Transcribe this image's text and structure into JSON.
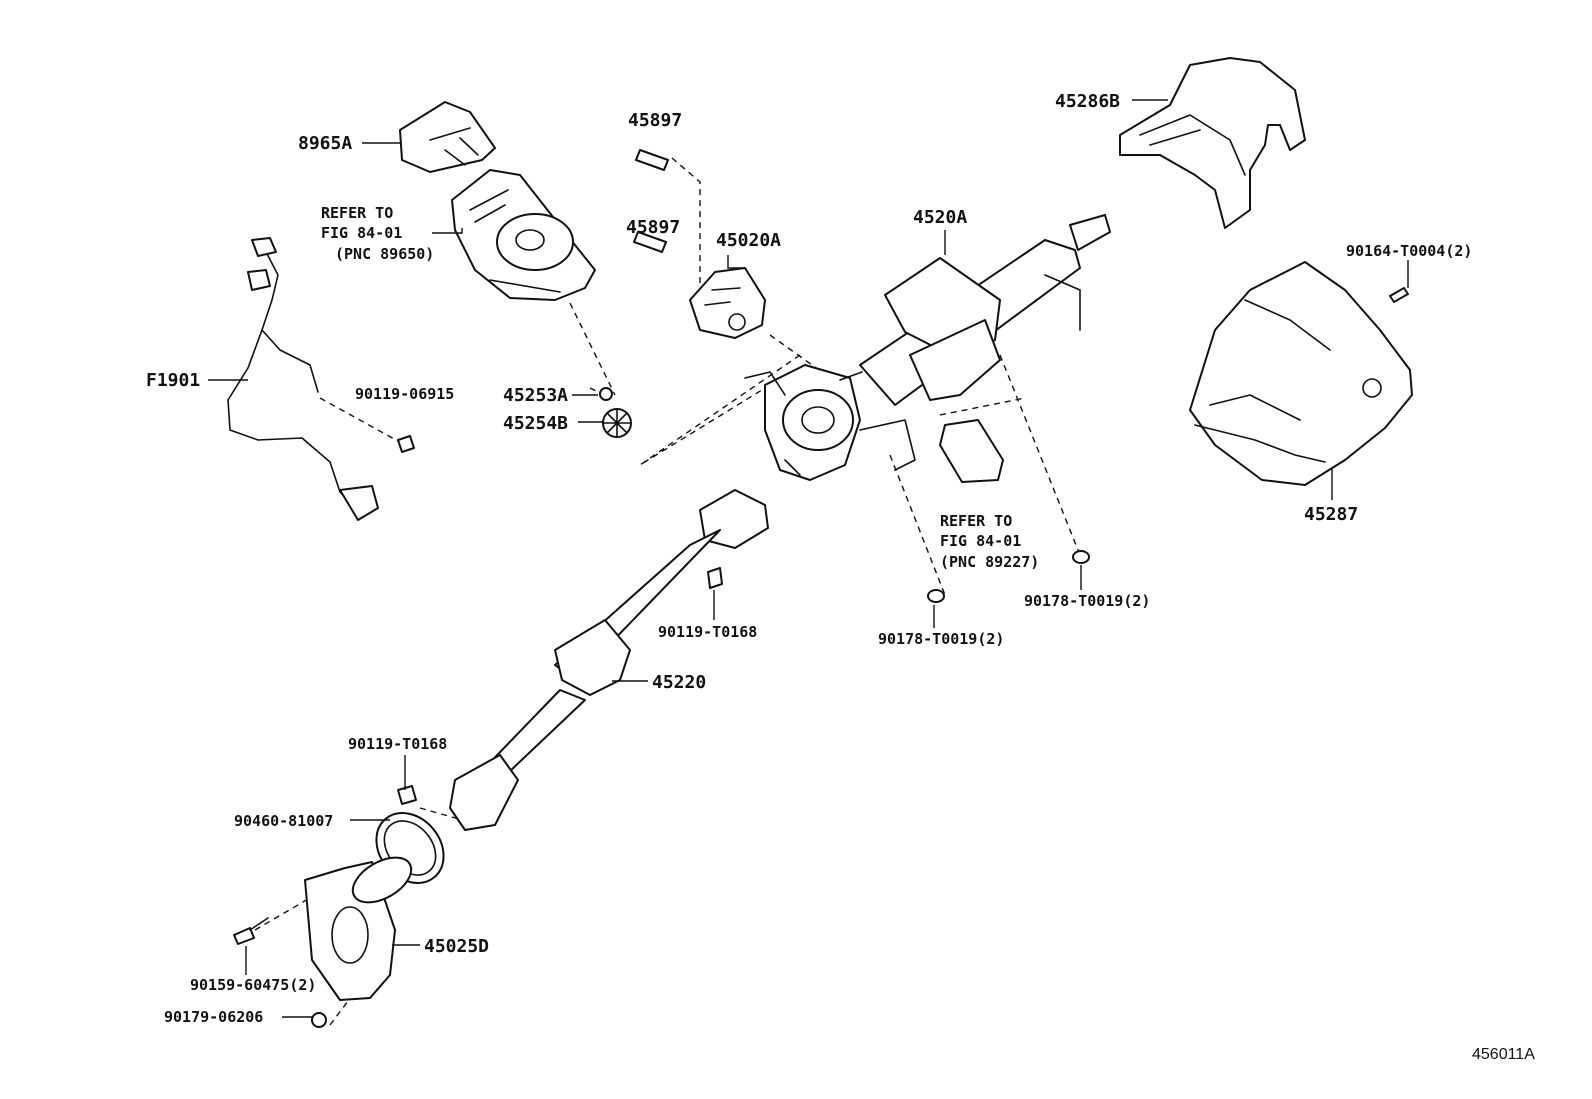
{
  "labels": {
    "p8965A": "8965A",
    "p45897_top": "45897",
    "p45897_mid": "45897",
    "p45020A": "45020A",
    "p4520A": "4520A",
    "p45286B": "45286B",
    "p90164": "90164-T0004(2)",
    "pF1901": "F1901",
    "p90119_06915": "90119-06915",
    "p45253A": "45253A",
    "p45254B": "45254B",
    "p45287": "45287",
    "p90119_T0168_a": "90119-T0168",
    "p90178_a": "90178-T0019(2)",
    "p90178_b": "90178-T0019(2)",
    "p45220": "45220",
    "p90119_T0168_b": "90119-T0168",
    "p90460": "90460-81007",
    "p45025D": "45025D",
    "p90159": "90159-60475(2)",
    "p90179": "90179-06206"
  },
  "references": {
    "ref1": [
      "REFER TO",
      "FIG 84-01",
      "(PNC 89650)"
    ],
    "ref2": [
      "REFER TO",
      "FIG 84-01",
      "(PNC 89227)"
    ]
  },
  "diagram_code": "456011A"
}
